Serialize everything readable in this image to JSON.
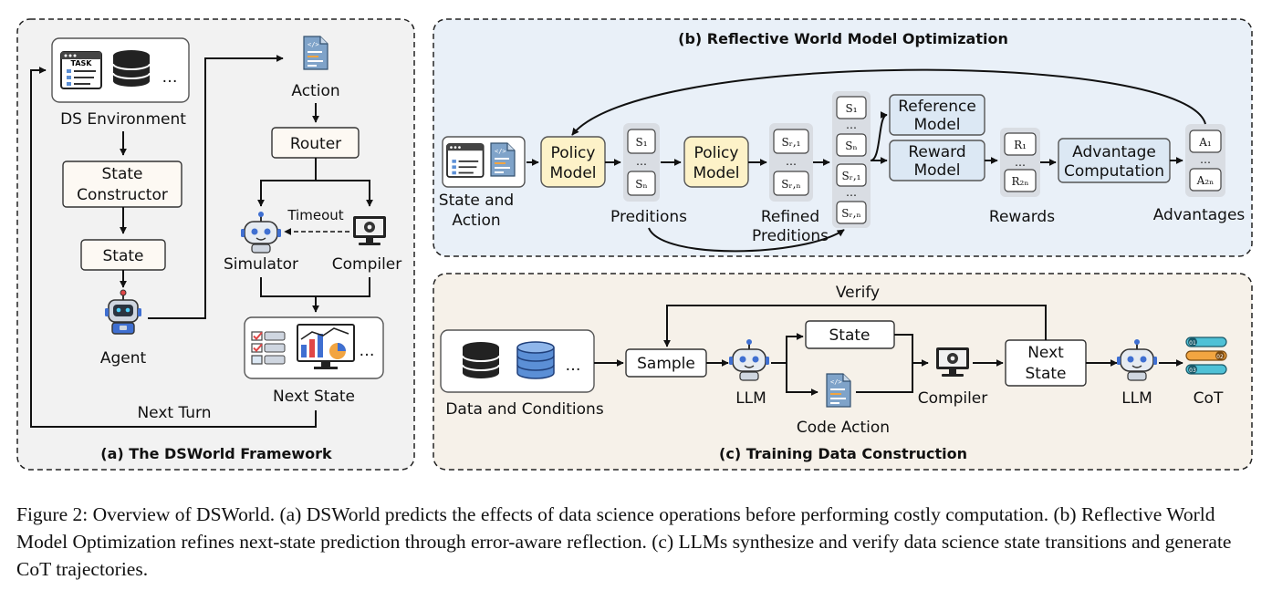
{
  "panel_a": {
    "title": "(a) The DSWorld Framework",
    "ds_environment": "DS Environment",
    "task_icon_text": "TASK",
    "state_constructor_1": "State",
    "state_constructor_2": "Constructor",
    "state": "State",
    "agent": "Agent",
    "action": "Action",
    "router": "Router",
    "timeout": "Timeout",
    "simulator": "Simulator",
    "compiler": "Compiler",
    "next_state": "Next State",
    "next_turn": "Next Turn"
  },
  "panel_b": {
    "title": "(b) Reflective World Model Optimization",
    "state_and_action_1": "State and",
    "state_and_action_2": "Action",
    "policy_model_1": "Policy",
    "policy_model_2": "Model",
    "predictions": "Preditions",
    "refined_predictions_1": "Refined",
    "refined_predictions_2": "Preditions",
    "reference_model_1": "Reference",
    "reference_model_2": "Model",
    "reward_model_1": "Reward",
    "reward_model_2": "Model",
    "rewards": "Rewards",
    "advantage_computation_1": "Advantage",
    "advantage_computation_2": "Computation",
    "advantages": "Advantages",
    "ellipsis": "…",
    "s1": "S₁",
    "sn": "Sₙ",
    "sr1": "Sᵣ,₁",
    "srn": "Sᵣ,ₙ",
    "r1": "R₁",
    "r2n": "R₂ₙ",
    "a1": "A₁",
    "a2n": "A₂ₙ"
  },
  "panel_c": {
    "title": "(c) Training Data Construction",
    "data_and_conditions": "Data and Conditions",
    "sample": "Sample",
    "llm_1": "LLM",
    "state": "State",
    "code_action": "Code Action",
    "compiler": "Compiler",
    "next_state_1": "Next",
    "next_state_2": "State",
    "llm_2": "LLM",
    "cot": "CoT",
    "verify": "Verify",
    "cot_steps": [
      "01",
      "02",
      "03"
    ]
  },
  "caption": "Figure 2: Overview of DSWorld. (a) DSWorld predicts the effects of data science operations before performing costly computation. (b) Reflective World Model Optimization refines next-state prediction through error-aware reflection. (c) LLMs synthesize and verify data science state transitions and generate CoT trajectories.",
  "colors": {
    "panel_a_bg": "#f2f2f2",
    "panel_b_bg": "#e9f0f8",
    "panel_c_bg": "#f6f1e9",
    "policy_model": "#fdf2c8",
    "reward_model": "#dce8f4",
    "box_light": "#fdf9f3",
    "prediction_group": "#d9dde3",
    "robot_blue": "#3f6fd1",
    "database_blue": "#5b8fd6"
  },
  "icons": [
    "task-window-icon",
    "database-icon",
    "code-file-icon",
    "robot-icon",
    "compiler-monitor-icon",
    "dashboard-icon",
    "checklist-icon",
    "cot-steps-icon"
  ]
}
